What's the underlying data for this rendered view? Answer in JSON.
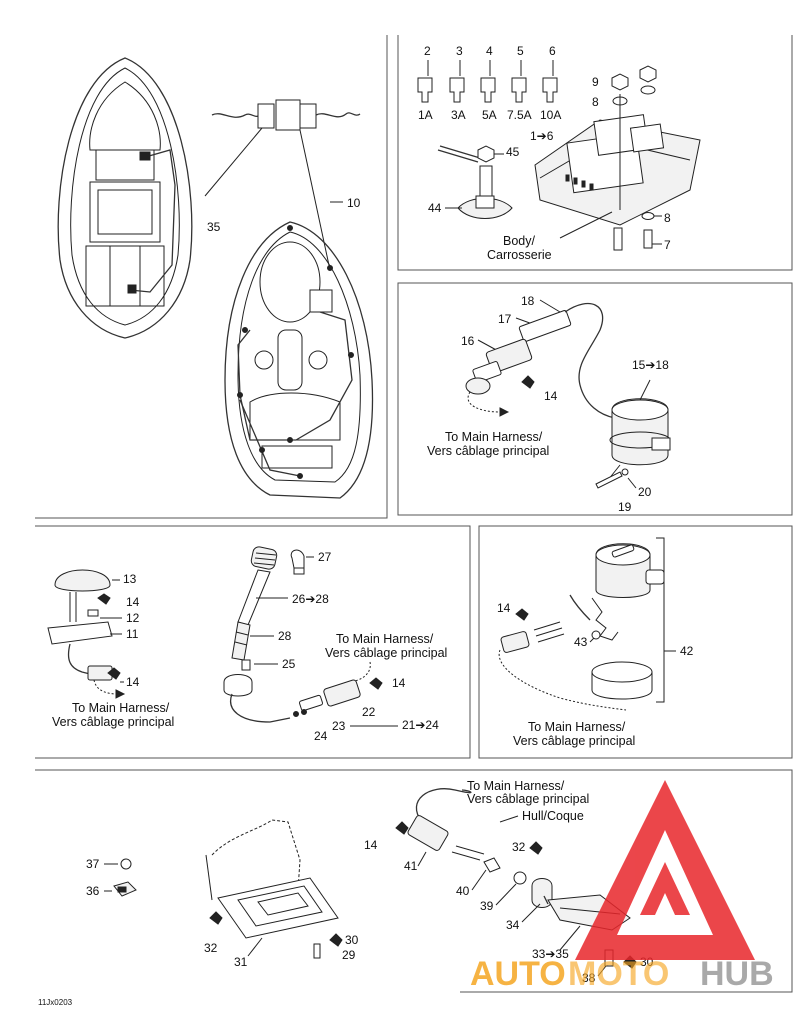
{
  "labels": {
    "l1to6": "1➔6",
    "l2": "2",
    "l3": "3",
    "l4": "4",
    "l5": "5",
    "l6": "6",
    "l7": "7",
    "l8a": "8",
    "l8b": "8",
    "l9": "9",
    "l10": "10",
    "l11": "11",
    "l12": "12",
    "l13": "13",
    "l14a": "14",
    "l14b": "14",
    "l14c": "14",
    "l14d": "14",
    "l14e": "14",
    "l14f": "14",
    "l15to18": "15➔18",
    "l16": "16",
    "l17": "17",
    "l18": "18",
    "l19": "19",
    "l20": "20",
    "l21to24": "21➔24",
    "l22": "22",
    "l23": "23",
    "l24": "24",
    "l25": "25",
    "l26to28": "26➔28",
    "l27": "27",
    "l28": "28",
    "l29": "29",
    "l30a": "30",
    "l30b": "30",
    "l31": "31",
    "l32a": "32",
    "l32b": "32",
    "l33to35": "33➔35",
    "l34": "34",
    "l35": "35",
    "l36": "36",
    "l37": "37",
    "l38": "38",
    "l39": "39",
    "l40": "40",
    "l41": "41",
    "l42": "42",
    "l43": "43",
    "l44": "44",
    "l45": "45"
  },
  "fuses": {
    "f1": "1A",
    "f3": "3A",
    "f5": "5A",
    "f75": "7.5A",
    "f10": "10A"
  },
  "captions": {
    "body_en": "Body/",
    "body_fr": "Carrosserie",
    "harness_en_1": "To Main Harness/",
    "harness_fr_1": "Vers câblage principal",
    "harness_en_2": "To Main Harness/",
    "harness_fr_2": "Vers câblage principal",
    "harness_en_3": "To Main Harness/",
    "harness_fr_3": "Vers câblage principal",
    "harness_en_4": "To Main Harness/",
    "harness_fr_4": "Vers câblage principal",
    "harness_en_5": "To Main Harness/",
    "harness_fr_5": "Vers câblage principal",
    "hull": "Hull/Coque"
  },
  "doc_code": "11Jx0203",
  "watermark": {
    "text_a": "AUTO",
    "text_b": "MOTO",
    "text_c": "HUB",
    "color_red": "#e8262b",
    "color_orange": "#f5a623",
    "color_gray": "#9b9b9b"
  }
}
